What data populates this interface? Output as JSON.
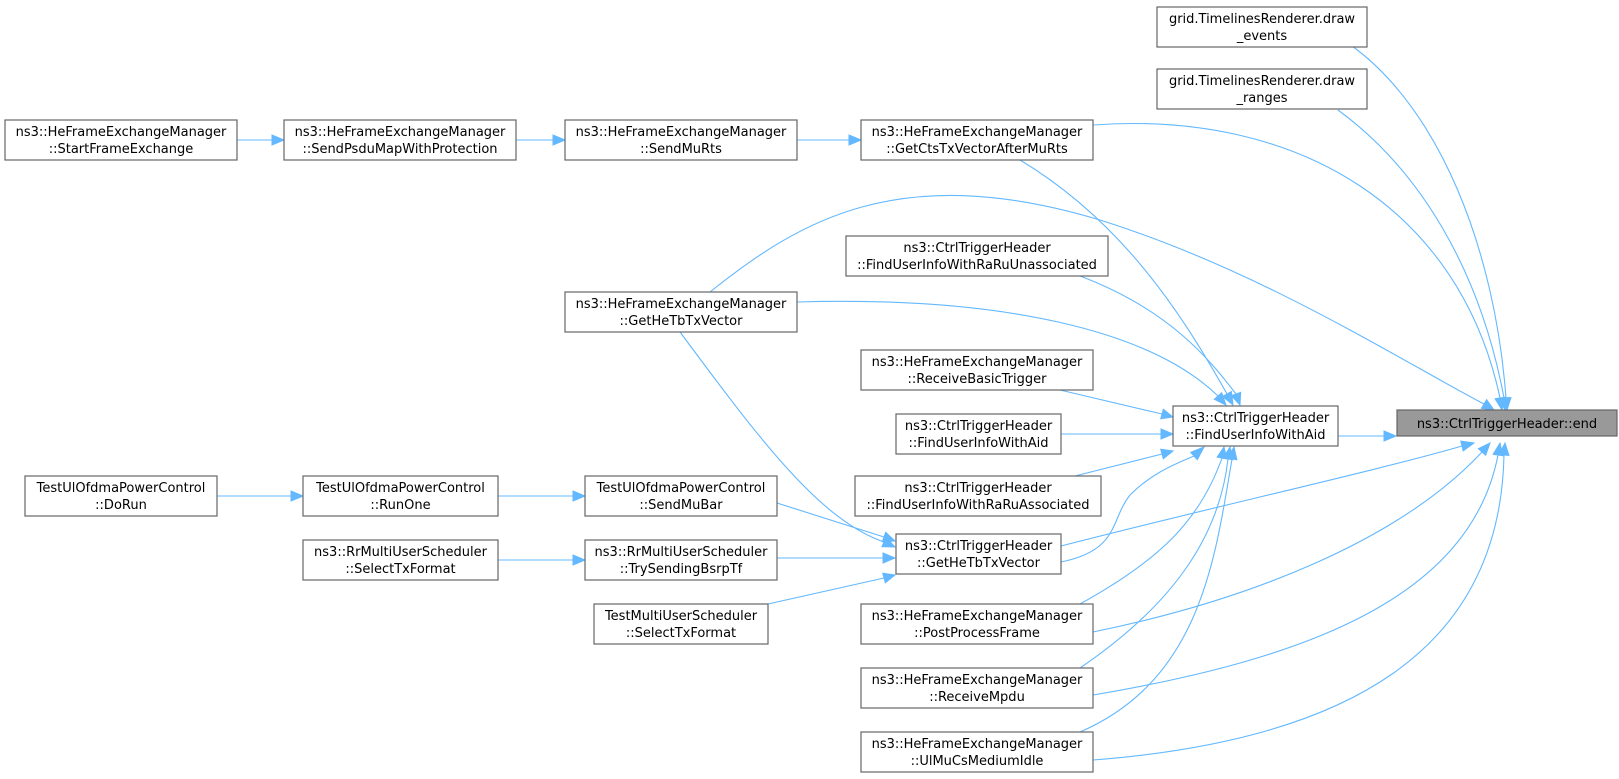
{
  "graph": {
    "title": "",
    "colors": {
      "edge": "#63b8ff",
      "node_border": "#666666",
      "focus_fill": "#999999"
    },
    "nodes": {
      "end": {
        "l1": "ns3::CtrlTriggerHeader::end",
        "l2": ""
      },
      "fuiwa": {
        "l1": "ns3::CtrlTriggerHeader",
        "l2": "::FindUserInfoWithAid"
      },
      "gethetb_c": {
        "l1": "ns3::CtrlTriggerHeader",
        "l2": "::GetHeTbTxVector"
      },
      "tl_events": {
        "l1": "grid.TimelinesRenderer.draw",
        "l2": "_events"
      },
      "tl_ranges": {
        "l1": "grid.TimelinesRenderer.draw",
        "l2": "_ranges"
      },
      "getcts": {
        "l1": "ns3::HeFrameExchangeManager",
        "l2": "::GetCtsTxVectorAfterMuRts"
      },
      "sendmurts": {
        "l1": "ns3::HeFrameExchangeManager",
        "l2": "::SendMuRts"
      },
      "sendpsdu": {
        "l1": "ns3::HeFrameExchangeManager",
        "l2": "::SendPsduMapWithProtection"
      },
      "startfe": {
        "l1": "ns3::HeFrameExchangeManager",
        "l2": "::StartFrameExchange"
      },
      "hefe_gethetb": {
        "l1": "ns3::HeFrameExchangeManager",
        "l2": "::GetHeTbTxVector"
      },
      "fuiwraru_un": {
        "l1": "ns3::CtrlTriggerHeader",
        "l2": "::FindUserInfoWithRaRuUnassociated"
      },
      "recvbasic": {
        "l1": "ns3::HeFrameExchangeManager",
        "l2": "::ReceiveBasicTrigger"
      },
      "fuiwa2": {
        "l1": "ns3::CtrlTriggerHeader",
        "l2": "::FindUserInfoWithAid"
      },
      "fuiwraru_as": {
        "l1": "ns3::CtrlTriggerHeader",
        "l2": "::FindUserInfoWithRaRuAssociated"
      },
      "sendmubar": {
        "l1": "TestUlOfdmaPowerControl",
        "l2": "::SendMuBar"
      },
      "runone": {
        "l1": "TestUlOfdmaPowerControl",
        "l2": "::RunOne"
      },
      "dorun": {
        "l1": "TestUlOfdmaPowerControl",
        "l2": "::DoRun"
      },
      "trysend": {
        "l1": "ns3::RrMultiUserScheduler",
        "l2": "::TrySendingBsrpTf"
      },
      "rr_select": {
        "l1": "ns3::RrMultiUserScheduler",
        "l2": "::SelectTxFormat"
      },
      "tmu_select": {
        "l1": "TestMultiUserScheduler",
        "l2": "::SelectTxFormat"
      },
      "postproc": {
        "l1": "ns3::HeFrameExchangeManager",
        "l2": "::PostProcessFrame"
      },
      "recvmpdu": {
        "l1": "ns3::HeFrameExchangeManager",
        "l2": "::ReceiveMpdu"
      },
      "ulmucs": {
        "l1": "ns3::HeFrameExchangeManager",
        "l2": "::UlMuCsMediumIdle"
      }
    }
  }
}
